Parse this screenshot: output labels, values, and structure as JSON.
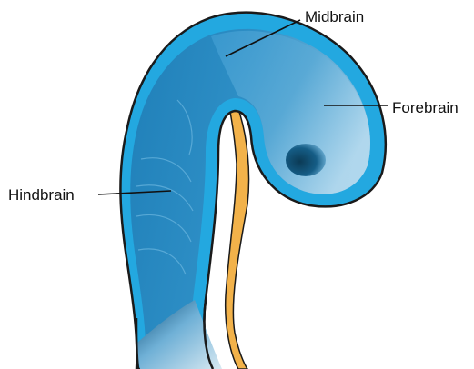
{
  "labels": {
    "midbrain": "Midbrain",
    "forebrain": "Forebrain",
    "hindbrain": "Hindbrain"
  },
  "colors": {
    "tube_fill": "#2c8fc8",
    "tube_dark": "#0f5f8c",
    "tube_light": "#9ccbe6",
    "rim": "#23a8e0",
    "outline": "#1a1a1a",
    "endoderm": "#f2b24a",
    "cord_light": "#c9dde8"
  }
}
